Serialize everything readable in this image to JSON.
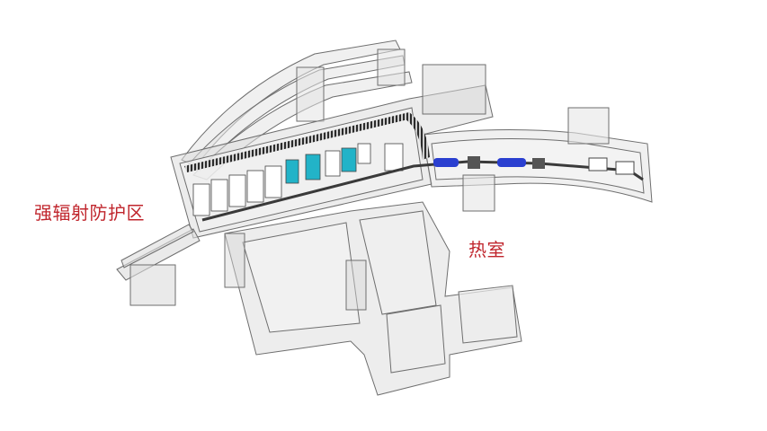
{
  "labels": {
    "high_radiation_shield": "强辐射防护区",
    "hot_cell": "热室"
  },
  "colors": {
    "label_text": "#c0262d",
    "wall_line": "#6e6e6e",
    "wall_fill": "#d6d6d6",
    "beam_magnet_blue": "#2a3fd0",
    "module_cyan": "#22b3c8",
    "rail_dark": "#2b2b2b"
  },
  "icons": [
    "beam-pipe",
    "magnet-module",
    "shield-wall"
  ]
}
